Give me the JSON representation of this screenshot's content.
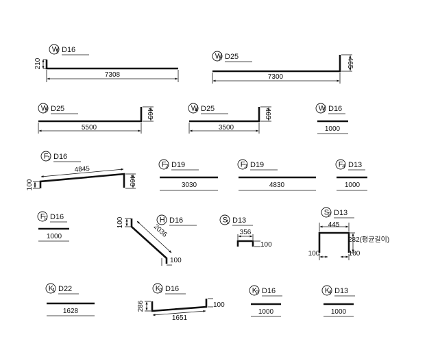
{
  "bars": [
    {
      "id": "w1",
      "mark": "W",
      "sub": "1",
      "dia": "D16",
      "dims": [
        "7308",
        "210"
      ]
    },
    {
      "id": "w2",
      "mark": "W",
      "sub": "2",
      "dia": "D25",
      "dims": [
        "7300",
        "465"
      ]
    },
    {
      "id": "w3",
      "mark": "W",
      "sub": "3",
      "dia": "D25",
      "dims": [
        "5500",
        "465"
      ]
    },
    {
      "id": "w4",
      "mark": "W",
      "sub": "4",
      "dia": "D25",
      "dims": [
        "3500",
        "465"
      ]
    },
    {
      "id": "w5",
      "mark": "W",
      "sub": "5",
      "dia": "D16",
      "dims": [
        "1000"
      ]
    },
    {
      "id": "f1",
      "mark": "F",
      "sub": "1",
      "dia": "D16",
      "dims": [
        "4845",
        "100",
        "465"
      ]
    },
    {
      "id": "f2",
      "mark": "F",
      "sub": "2",
      "dia": "D19",
      "dims": [
        "3030"
      ]
    },
    {
      "id": "f3",
      "mark": "F",
      "sub": "3",
      "dia": "D19",
      "dims": [
        "4830"
      ]
    },
    {
      "id": "f4",
      "mark": "F",
      "sub": "4",
      "dia": "D13",
      "dims": [
        "1000"
      ]
    },
    {
      "id": "f5",
      "mark": "F",
      "sub": "5",
      "dia": "D16",
      "dims": [
        "1000"
      ]
    },
    {
      "id": "h",
      "mark": "H",
      "sub": "",
      "dia": "D16",
      "dims": [
        "2036",
        "100",
        "100"
      ]
    },
    {
      "id": "s1",
      "mark": "S",
      "sub": "1",
      "dia": "D13",
      "dims": [
        "356",
        "100"
      ]
    },
    {
      "id": "s2",
      "mark": "S",
      "sub": "2",
      "dia": "D13",
      "dims": [
        "445",
        "282(평균길이)",
        "100",
        "100"
      ]
    },
    {
      "id": "k1",
      "mark": "K",
      "sub": "1",
      "dia": "D22",
      "dims": [
        "1628"
      ]
    },
    {
      "id": "k2",
      "mark": "K",
      "sub": "2",
      "dia": "D16",
      "dims": [
        "1651",
        "286",
        "100"
      ]
    },
    {
      "id": "k3",
      "mark": "K",
      "sub": "3",
      "dia": "D16",
      "dims": [
        "1000"
      ]
    },
    {
      "id": "k4",
      "mark": "K",
      "sub": "4",
      "dia": "D13",
      "dims": [
        "1000"
      ]
    }
  ]
}
